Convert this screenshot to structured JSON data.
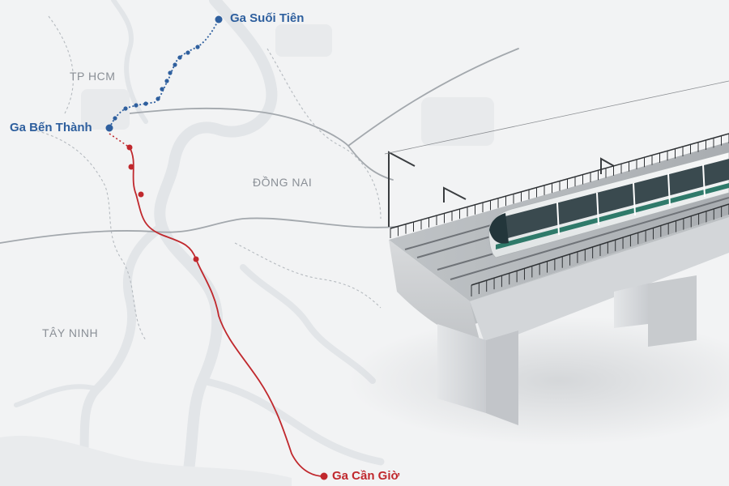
{
  "map": {
    "regions": [
      {
        "key": "hcm",
        "label": "TP HCM"
      },
      {
        "key": "dongnai",
        "label": "ĐỒNG NAI"
      },
      {
        "key": "tayninh",
        "label": "TÂY NINH"
      }
    ],
    "stations": {
      "suoi_tien": {
        "label": "Ga Suối Tiên",
        "color": "#2e5f9e"
      },
      "ben_thanh": {
        "label": "Ga Bến Thành",
        "color": "#2e5f9e"
      },
      "can_gio": {
        "label": "Ga Cần Giờ",
        "color": "#c0282d"
      }
    },
    "lines": {
      "metro_line_1_color": "#2e5f9e",
      "can_gio_line_color": "#c0282d"
    },
    "illustration": "elevated-metro-viaduct-with-train"
  }
}
